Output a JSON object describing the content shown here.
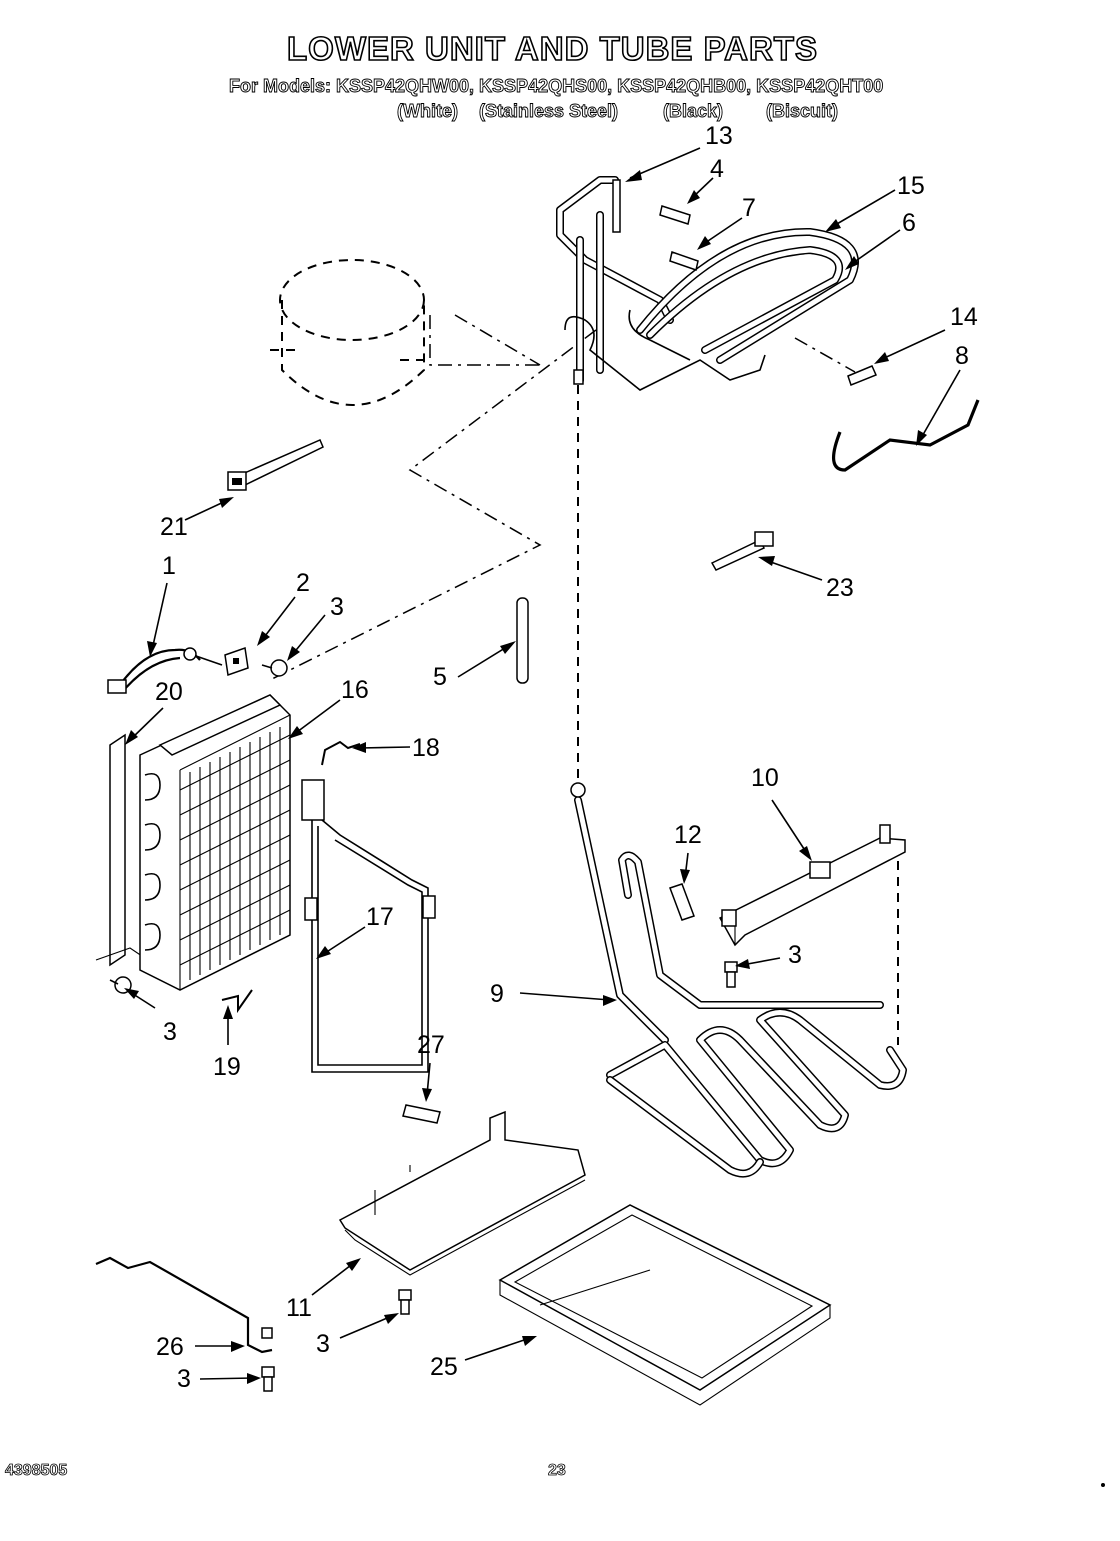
{
  "header": {
    "title": "LOWER UNIT AND TUBE PARTS",
    "models_line": "For Models: KSSP42QHW00, KSSP42QHS00, KSSP42QHB00, KSSP42QHT00",
    "variants": [
      "(White)",
      "(Stainless Steel)",
      "(Black)",
      "(Biscuit)"
    ]
  },
  "footer": {
    "doc_number": "4398505",
    "page_number": "23"
  },
  "callouts": [
    "13",
    "4",
    "7",
    "15",
    "6",
    "14",
    "8",
    "21",
    "23",
    "1",
    "2",
    "3",
    "5",
    "20",
    "16",
    "18",
    "10",
    "12",
    "3",
    "17",
    "9",
    "3",
    "19",
    "27",
    "11",
    "3",
    "26",
    "3",
    "25"
  ]
}
